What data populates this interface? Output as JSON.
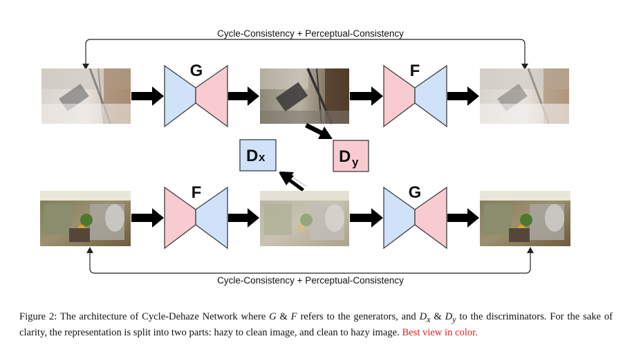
{
  "diagram": {
    "top_loop_label": "Cycle-Consistency + Perceptual-Consistency",
    "bottom_loop_label": "Cycle-Consistency + Perceptual-Consistency",
    "top_row": {
      "first_generator": "G",
      "second_generator": "F"
    },
    "bottom_row": {
      "first_generator": "F",
      "second_generator": "G"
    },
    "discriminator_x": {
      "main": "D",
      "sub": "x"
    },
    "discriminator_y": {
      "main": "D",
      "sub": "y"
    },
    "colors": {
      "blue": "#cfe2fa",
      "pink": "#f8cbd0",
      "stroke": "#3c3c3c",
      "arrow": "#000000"
    }
  },
  "caption": {
    "prefix": "Figure 2:",
    "text_1": " The architecture of Cycle-Dehaze Network where ",
    "G": "G",
    "amp_1": " & ",
    "F": "F",
    "text_2": " refers to the generators, and ",
    "Dx_main": "D",
    "Dx_sub": "x",
    "amp_2": " & ",
    "Dy_main": "D",
    "Dy_sub": "y",
    "text_3": " to the discriminators. For the sake of clarity, the representation is split into two parts: hazy to clean image, and clean to hazy image. ",
    "highlight": "Best view in color."
  }
}
